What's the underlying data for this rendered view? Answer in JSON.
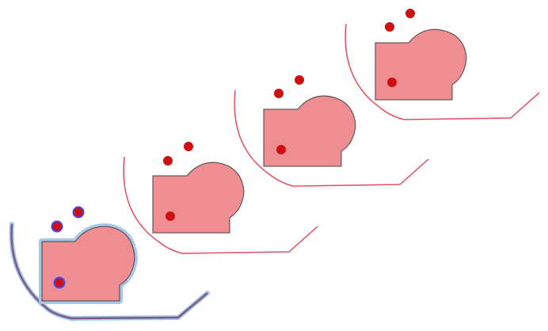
{
  "colors": {
    "background": "#ffffff",
    "shape_fill": "#ee8e93",
    "shape_stroke": "#444444",
    "dot_fill": "#cc1111",
    "curve_stroke": "#e05060",
    "selection_halo": "#a8c8e8",
    "selection_dot_ring": "#4444ee",
    "selected_curve_stroke": "#7a5a8a"
  },
  "groups": [
    {
      "id": "group-1",
      "selected": true
    },
    {
      "id": "group-2",
      "selected": false
    },
    {
      "id": "group-3",
      "selected": false
    },
    {
      "id": "group-4",
      "selected": false
    }
  ]
}
